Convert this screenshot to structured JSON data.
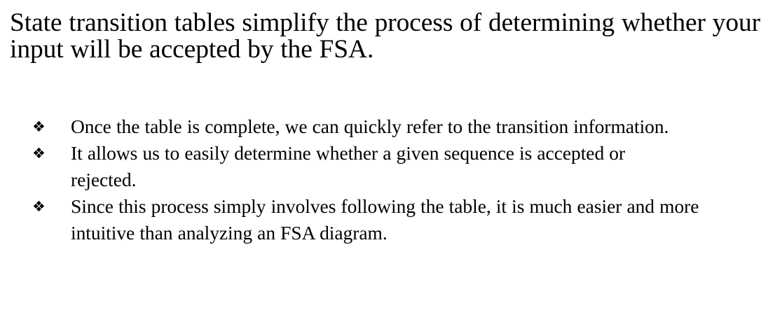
{
  "slide": {
    "background_color": "#ffffff",
    "text_color": "#000000",
    "heading": "State transition tables simplify the process of determining whether your input will be accepted by the FSA.",
    "bullet_marker": "❖",
    "bullets": [
      {
        "marker": "❖",
        "text": "Once the table is complete, we can quickly refer to the transition information."
      },
      {
        "marker": "❖",
        "text": "It allows us to easily determine whether a given sequence is accepted or rejected."
      },
      {
        "marker": "❖",
        "text": "Since this process simply involves following the table, it is much easier and more intuitive than analyzing an FSA diagram."
      }
    ]
  }
}
